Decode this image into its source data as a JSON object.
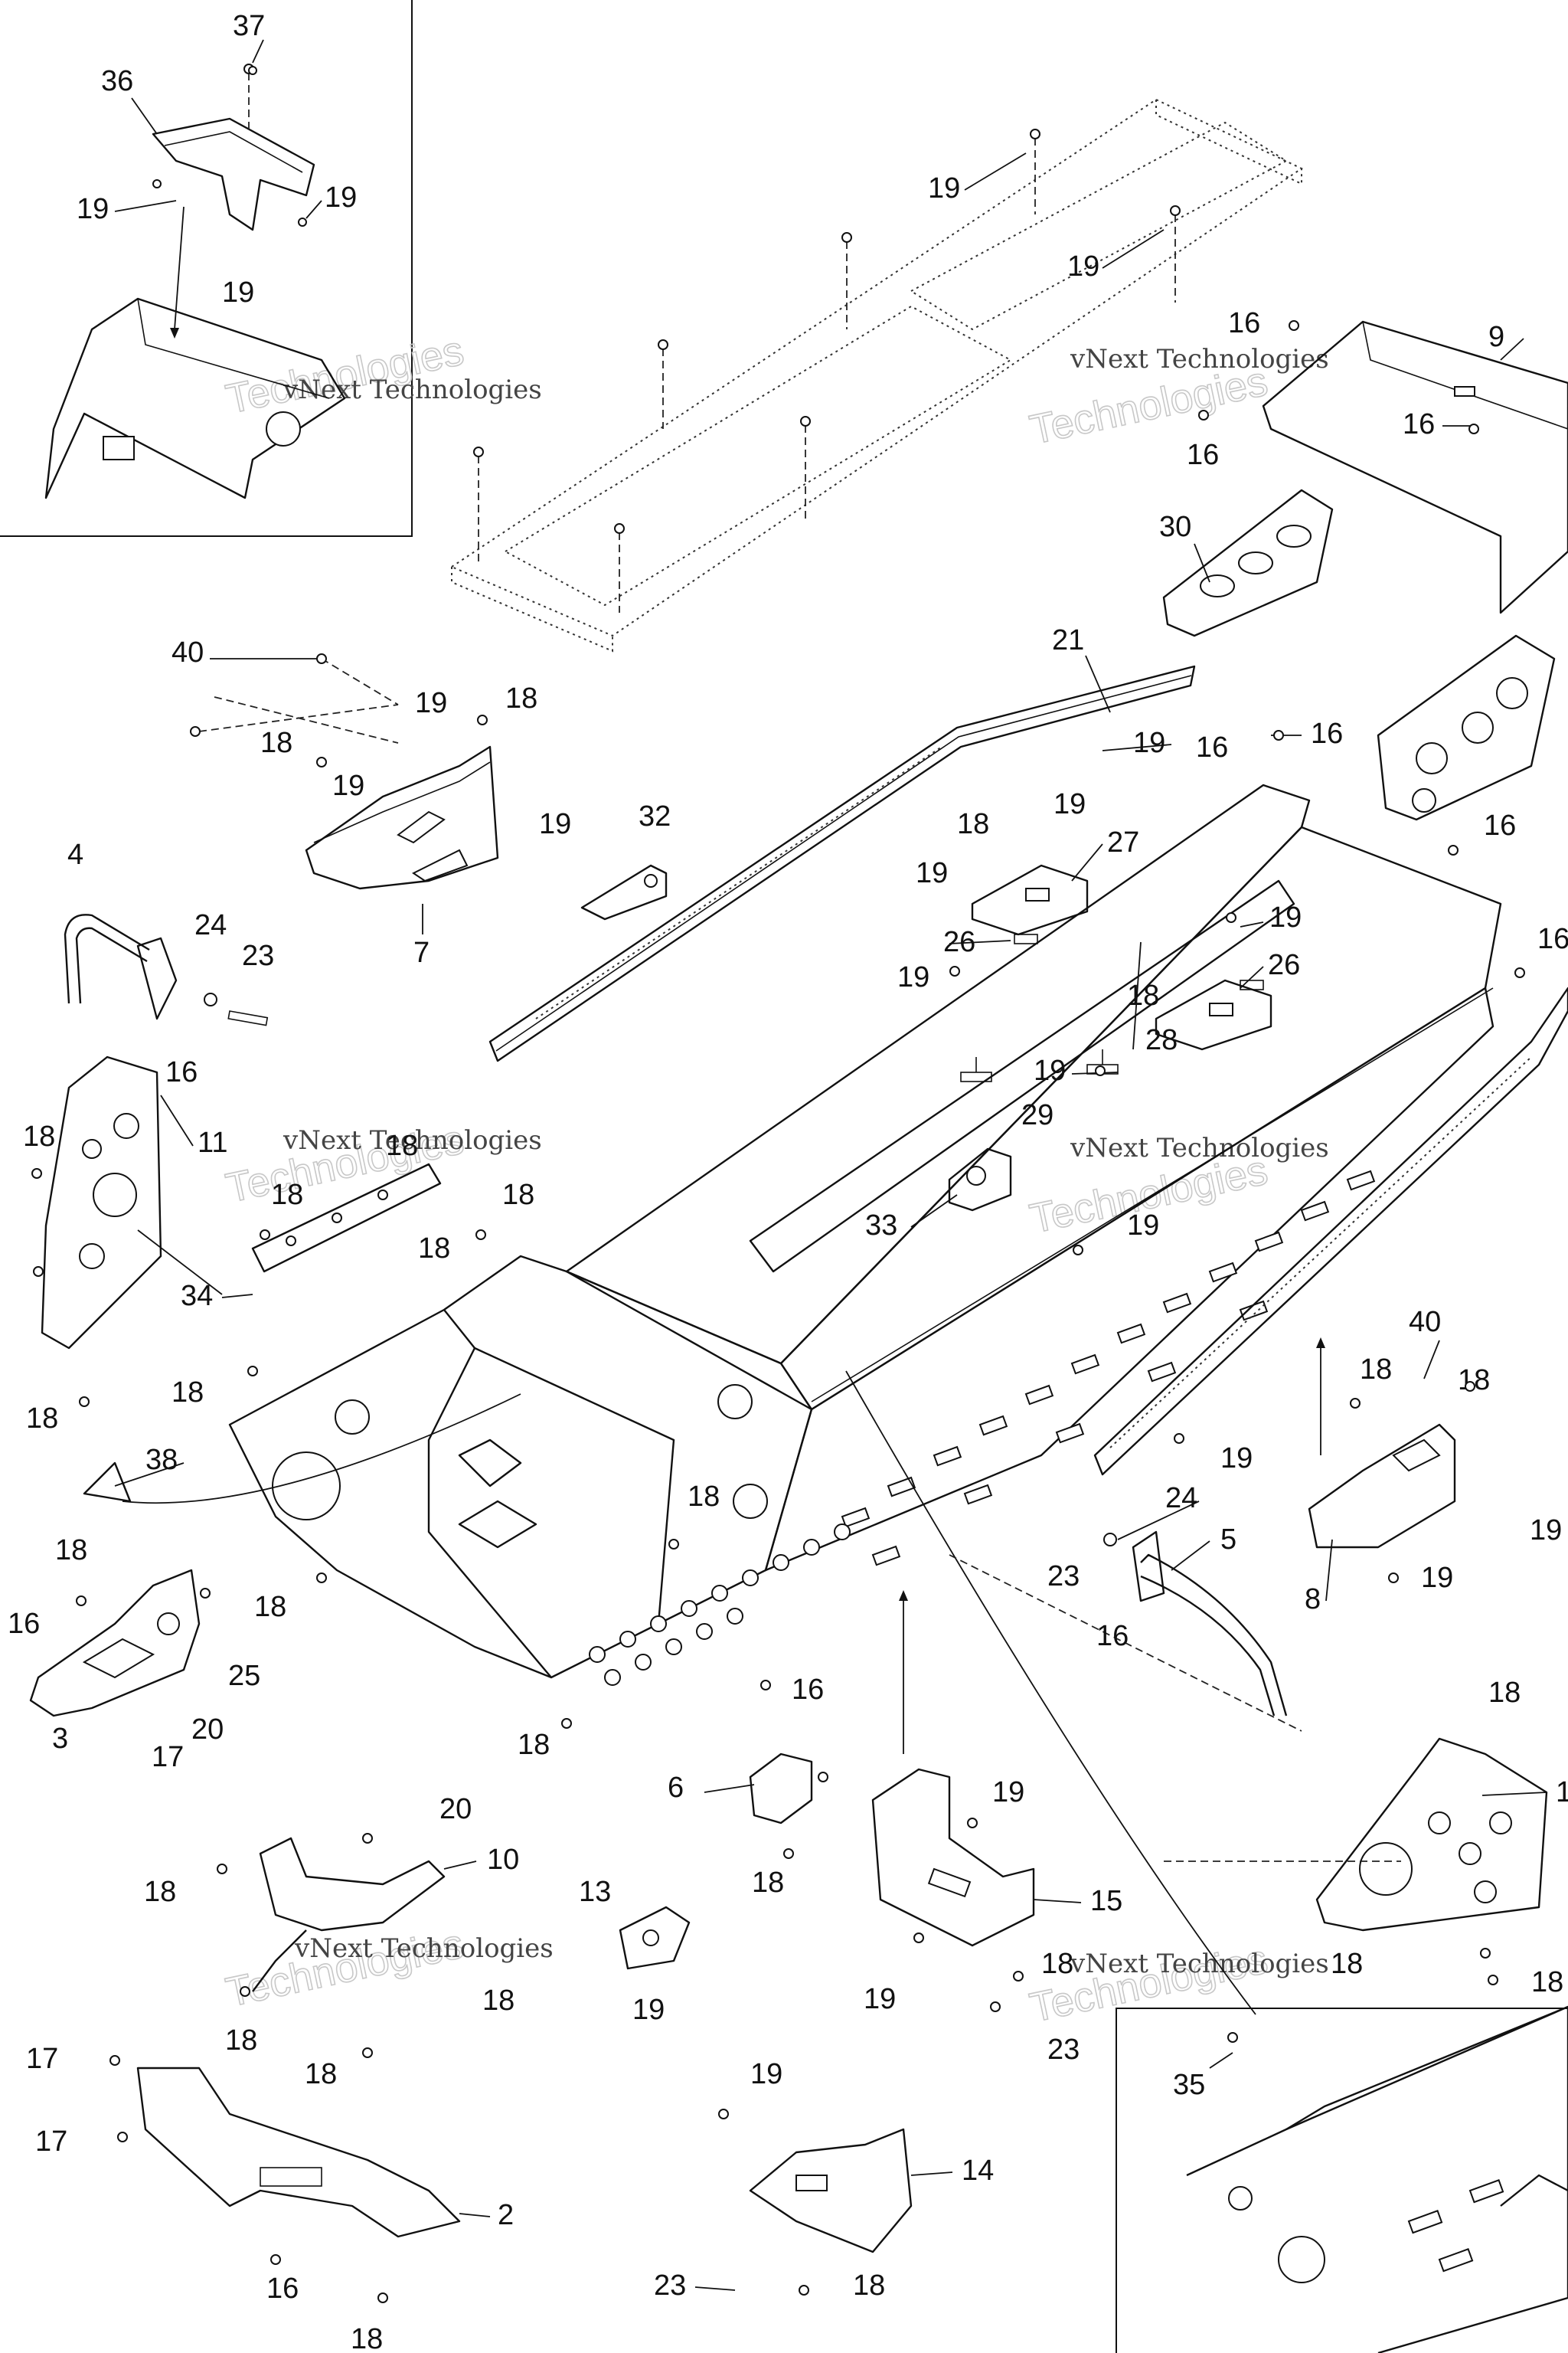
{
  "watermarks": [
    {
      "text": "vNext Technologies"
    },
    {
      "text": "vNext Technologies"
    },
    {
      "text": "vNext Technologies"
    },
    {
      "text": "vNext Technologies"
    },
    {
      "text": "vNext Technologies"
    },
    {
      "text": "vNext Technologies"
    }
  ],
  "callouts": [
    {
      "label": "37"
    },
    {
      "label": "36"
    },
    {
      "label": "19"
    },
    {
      "label": "19"
    },
    {
      "label": "19"
    },
    {
      "label": "19"
    },
    {
      "label": "19"
    },
    {
      "label": "16"
    },
    {
      "label": "9"
    },
    {
      "label": "16"
    },
    {
      "label": "16"
    },
    {
      "label": "30"
    },
    {
      "label": "40"
    },
    {
      "label": "21"
    },
    {
      "label": "19"
    },
    {
      "label": "18"
    },
    {
      "label": "18"
    },
    {
      "label": "19"
    },
    {
      "label": "19"
    },
    {
      "label": "16"
    },
    {
      "label": "16"
    },
    {
      "label": "7"
    },
    {
      "label": "19"
    },
    {
      "label": "32"
    },
    {
      "label": "18"
    },
    {
      "label": "19"
    },
    {
      "label": "27"
    },
    {
      "label": "19"
    },
    {
      "label": "16"
    },
    {
      "label": "4"
    },
    {
      "label": "24"
    },
    {
      "label": "23"
    },
    {
      "label": "16"
    },
    {
      "label": "26"
    },
    {
      "label": "19"
    },
    {
      "label": "19"
    },
    {
      "label": "26"
    },
    {
      "label": "18"
    },
    {
      "label": "28"
    },
    {
      "label": "16"
    },
    {
      "label": "19"
    },
    {
      "label": "29"
    },
    {
      "label": "18"
    },
    {
      "label": "11"
    },
    {
      "label": "18"
    },
    {
      "label": "18"
    },
    {
      "label": "18"
    },
    {
      "label": "18"
    },
    {
      "label": "33"
    },
    {
      "label": "19"
    },
    {
      "label": "34"
    },
    {
      "label": "18"
    },
    {
      "label": "18"
    },
    {
      "label": "40"
    },
    {
      "label": "18"
    },
    {
      "label": "18"
    },
    {
      "label": "38"
    },
    {
      "label": "18"
    },
    {
      "label": "19"
    },
    {
      "label": "24"
    },
    {
      "label": "18"
    },
    {
      "label": "5"
    },
    {
      "label": "23"
    },
    {
      "label": "19"
    },
    {
      "label": "16"
    },
    {
      "label": "8"
    },
    {
      "label": "16"
    },
    {
      "label": "18"
    },
    {
      "label": "25"
    },
    {
      "label": "16"
    },
    {
      "label": "20"
    },
    {
      "label": "3"
    },
    {
      "label": "17"
    },
    {
      "label": "18"
    },
    {
      "label": "18"
    },
    {
      "label": "6"
    },
    {
      "label": "19"
    },
    {
      "label": "18"
    },
    {
      "label": "1"
    },
    {
      "label": "20"
    },
    {
      "label": "10"
    },
    {
      "label": "18"
    },
    {
      "label": "13"
    },
    {
      "label": "15"
    },
    {
      "label": "18"
    },
    {
      "label": "19"
    },
    {
      "label": "18"
    },
    {
      "label": "18"
    },
    {
      "label": "19"
    },
    {
      "label": "18"
    },
    {
      "label": "18"
    },
    {
      "label": "23"
    },
    {
      "label": "17"
    },
    {
      "label": "18"
    },
    {
      "label": "19"
    },
    {
      "label": "35"
    },
    {
      "label": "14"
    },
    {
      "label": "2"
    },
    {
      "label": "17"
    },
    {
      "label": "23"
    },
    {
      "label": "18"
    },
    {
      "label": "18"
    },
    {
      "label": "16"
    },
    {
      "label": "19"
    }
  ]
}
